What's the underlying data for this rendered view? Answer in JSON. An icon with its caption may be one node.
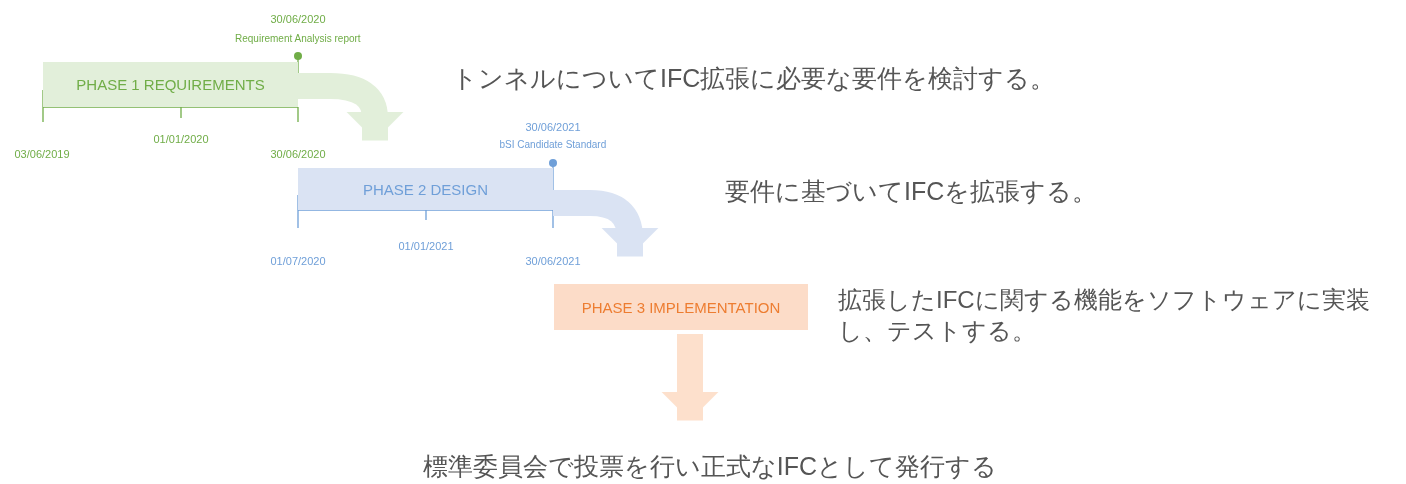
{
  "diagram": {
    "nodes": [
      {
        "text": [
          "PHASE 1 REQUIREMENTS"
        ]
      },
      {
        "text": [
          "PHASE 2 DESIGN"
        ]
      },
      {
        "text": [
          "PHASE 3 IMPLEMENTATION"
        ]
      },
      {
        "text": [
          "標準委員会で投票を行い正式なIFCとして発行する"
        ]
      }
    ],
    "edges": [
      {
        "from": 0,
        "to": 1,
        "arrow": "to",
        "color": "#e2efda"
      },
      {
        "from": 1,
        "to": 2,
        "arrow": "to",
        "color": "#dae3f3"
      },
      {
        "from": 2,
        "to": 3,
        "arrow": "to",
        "color": "#fde0cc"
      }
    ],
    "labels": [
      "30/06/2020",
      "Requirement Analysis report",
      "トンネルについてIFC拡張に必要な要件を検討する。",
      "03/06/2019",
      "01/01/2020",
      "30/06/2020",
      "30/06/2021",
      "bSI Candidate Standard",
      "要件に基づいてIFCを拡張する。",
      "01/07/2020",
      "01/01/2021",
      "30/06/2021",
      "拡張したIFCに関する機能をソフトウェアに実装し、テストする。"
    ]
  }
}
